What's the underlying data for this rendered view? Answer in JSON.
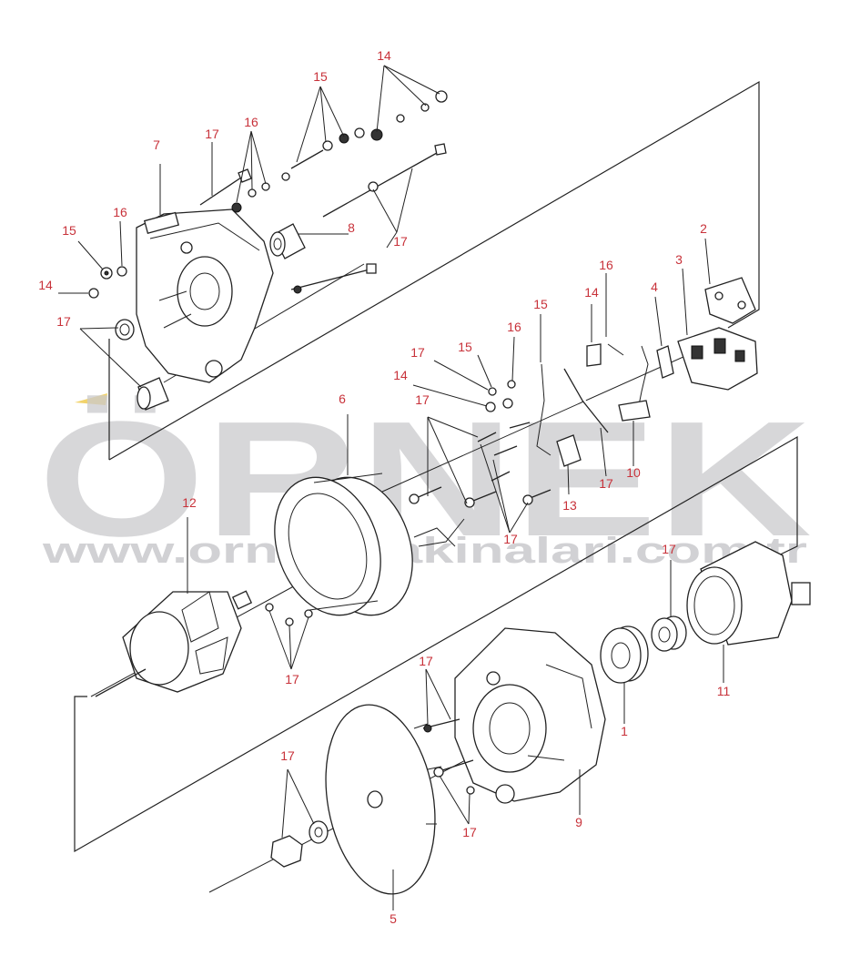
{
  "watermark": {
    "brand": "ÖRNEK",
    "url": "www.ornekmakinalari.com.tr",
    "brand_color": "#c9c9cc",
    "accent_color": "#f2d36b"
  },
  "callout_color": "#c8323a",
  "callouts": [
    {
      "id": "c-14-top",
      "text": "14"
    },
    {
      "id": "c-15-top",
      "text": "15"
    },
    {
      "id": "c-16-top",
      "text": "16"
    },
    {
      "id": "c-17-top",
      "text": "17"
    },
    {
      "id": "c-7",
      "text": "7"
    },
    {
      "id": "c-16-left",
      "text": "16"
    },
    {
      "id": "c-15-left",
      "text": "15"
    },
    {
      "id": "c-14-left",
      "text": "14"
    },
    {
      "id": "c-17-left",
      "text": "17"
    },
    {
      "id": "c-8",
      "text": "8"
    },
    {
      "id": "c-17-rod",
      "text": "17"
    },
    {
      "id": "c-2",
      "text": "2"
    },
    {
      "id": "c-3",
      "text": "3"
    },
    {
      "id": "c-16-mid",
      "text": "16"
    },
    {
      "id": "c-4",
      "text": "4"
    },
    {
      "id": "c-14-mid",
      "text": "14"
    },
    {
      "id": "c-15-mid",
      "text": "15"
    },
    {
      "id": "c-16-mid2",
      "text": "16"
    },
    {
      "id": "c-15-mid2",
      "text": "15"
    },
    {
      "id": "c-17-mid",
      "text": "17"
    },
    {
      "id": "c-14-mid2",
      "text": "14"
    },
    {
      "id": "c-17-mid2",
      "text": "17"
    },
    {
      "id": "c-6",
      "text": "6"
    },
    {
      "id": "c-17-strip",
      "text": "17"
    },
    {
      "id": "c-10",
      "text": "10"
    },
    {
      "id": "c-13",
      "text": "13"
    },
    {
      "id": "c-17-screws",
      "text": "17"
    },
    {
      "id": "c-12",
      "text": "12"
    },
    {
      "id": "c-17-nuts",
      "text": "17"
    },
    {
      "id": "c-17-ring",
      "text": "17"
    },
    {
      "id": "c-11",
      "text": "11"
    },
    {
      "id": "c-1",
      "text": "1"
    },
    {
      "id": "c-17-housing",
      "text": "17"
    },
    {
      "id": "c-17-pulley",
      "text": "17"
    },
    {
      "id": "c-17-bolts",
      "text": "17"
    },
    {
      "id": "c-9",
      "text": "9"
    },
    {
      "id": "c-5",
      "text": "5"
    }
  ]
}
